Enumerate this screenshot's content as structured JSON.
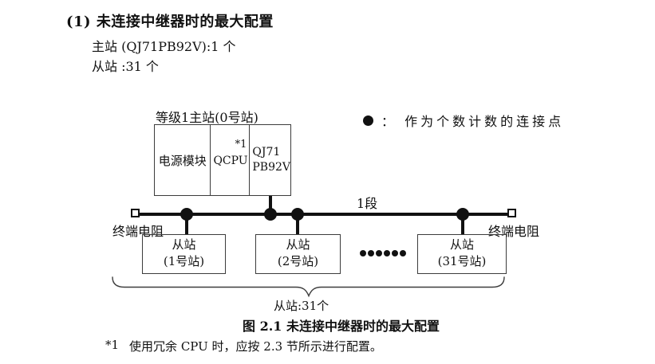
{
  "header": {
    "title": "(1) 未连接中继器时的最大配置",
    "master_line": "主站 (QJ71PB92V):1 个",
    "slave_line": "从站 :31 个"
  },
  "diagram": {
    "master_station": {
      "label": "等级1主站(0号站)",
      "modules": {
        "power": "电源模块",
        "cpu": "QCPU",
        "cpu_footnote_marker": "*1",
        "network_line1": "QJ71",
        "network_line2": "PB92V"
      }
    },
    "legend": {
      "text": "：  作为个数计数的连接点"
    },
    "segment_label": "1段",
    "terminator_left_label": "终端电阻",
    "terminator_right_label": "终端电阻",
    "slave_stations": [
      {
        "line1": "从站",
        "line2": "(1号站)"
      },
      {
        "line1": "从站",
        "line2": "(2号站)"
      },
      {
        "line1": "从站",
        "line2": "(31号站)"
      }
    ],
    "slave_count_label": "从站:31个"
  },
  "caption": "图 2.1 未连接中继器时的最大配置",
  "footnote": {
    "marker": "*1",
    "text": "使用冗余 CPU 时，应按 2.3 节所示进行配置。"
  },
  "colors": {
    "ink": "#111111",
    "box_border": "#3c3c3c"
  }
}
